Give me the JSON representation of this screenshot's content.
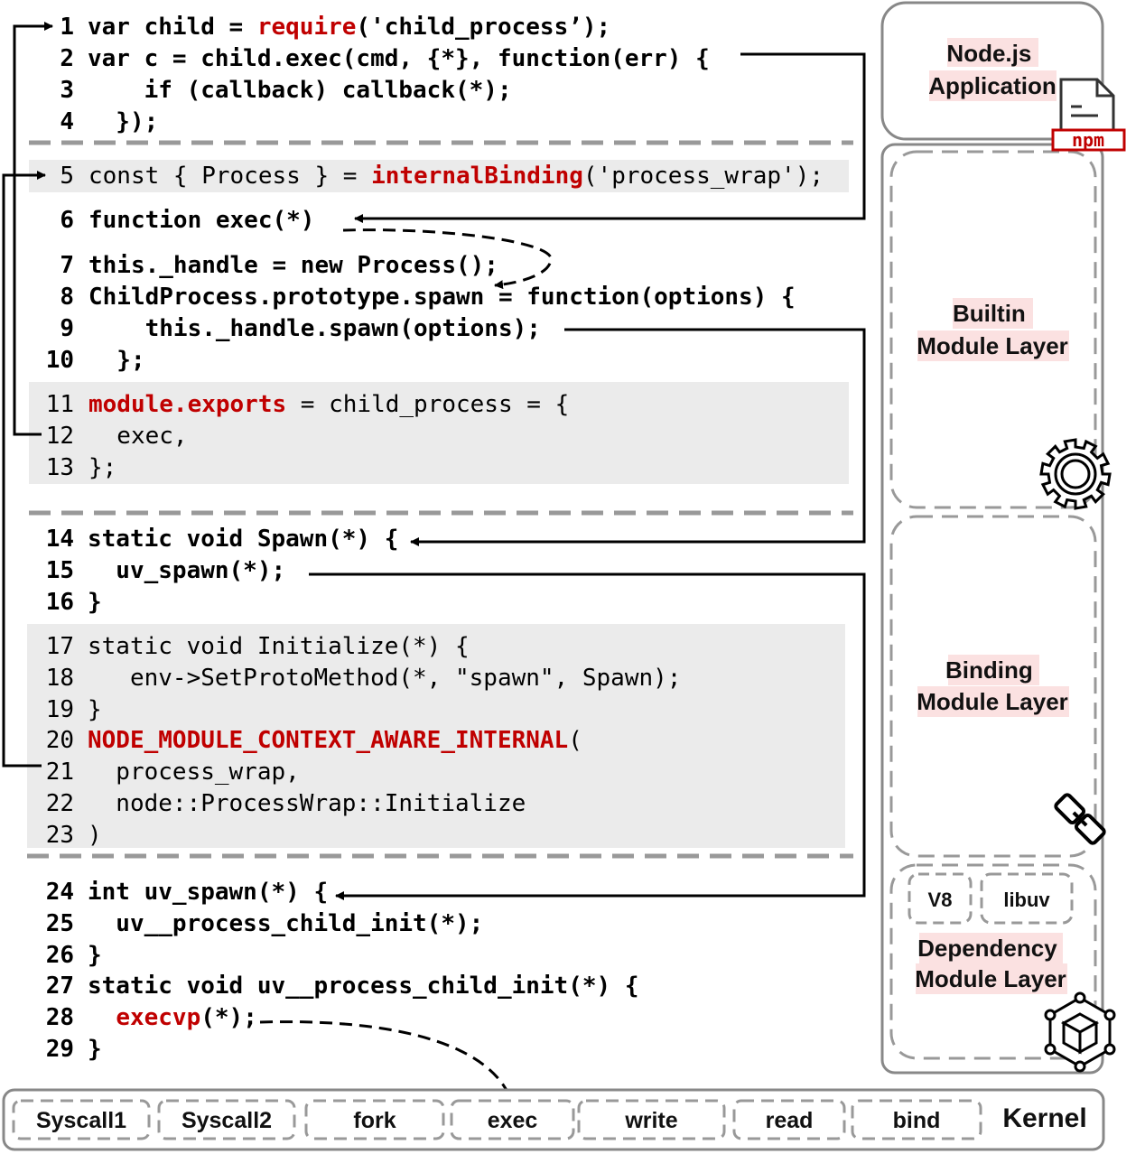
{
  "code_lines": [
    {
      "num": "1",
      "segs": [
        {
          "t": "var child = ",
          "b": true
        },
        {
          "t": "require",
          "c": "#c00000",
          "b": true
        },
        {
          "t": "('child_process’);",
          "b": true
        }
      ]
    },
    {
      "num": "2",
      "segs": [
        {
          "t": "var c = child.exec(cmd, {*}, function(err) {",
          "b": true
        }
      ]
    },
    {
      "num": "3",
      "segs": [
        {
          "t": "    if (callback) callback(*);",
          "b": true
        }
      ]
    },
    {
      "num": "4",
      "segs": [
        {
          "t": "  });",
          "b": true
        }
      ]
    },
    {
      "num": "5",
      "segs": [
        {
          "t": "const { Process } = "
        },
        {
          "t": "internalBinding",
          "c": "#c00000",
          "b": true
        },
        {
          "t": "('process_wrap');"
        }
      ]
    },
    {
      "num": "6",
      "segs": [
        {
          "t": "function exec(*)",
          "b": true
        }
      ]
    },
    {
      "num": "7",
      "segs": [
        {
          "t": "this._handle = new Process();",
          "b": true
        }
      ]
    },
    {
      "num": "8",
      "segs": [
        {
          "t": "ChildProcess.prototype.spawn = function(options) {",
          "b": true
        }
      ]
    },
    {
      "num": "9",
      "segs": [
        {
          "t": "    this._handle.spawn(options);",
          "b": true
        }
      ]
    },
    {
      "num": "10",
      "segs": [
        {
          "t": "  };",
          "b": true
        }
      ]
    },
    {
      "num": "11",
      "segs": [
        {
          "t": "module.exports",
          "c": "#c00000",
          "b": true
        },
        {
          "t": " = child_process = {"
        }
      ]
    },
    {
      "num": "12",
      "segs": [
        {
          "t": "  exec,"
        }
      ]
    },
    {
      "num": "13",
      "segs": [
        {
          "t": "};"
        }
      ]
    },
    {
      "num": "14",
      "segs": [
        {
          "t": "static void Spawn(*) {",
          "b": true
        }
      ]
    },
    {
      "num": "15",
      "segs": [
        {
          "t": "  uv_spawn(*);",
          "b": true
        }
      ]
    },
    {
      "num": "16",
      "segs": [
        {
          "t": "}",
          "b": true
        }
      ]
    },
    {
      "num": "17",
      "segs": [
        {
          "t": "static void Initialize(*) {"
        }
      ]
    },
    {
      "num": "18",
      "segs": [
        {
          "t": "   env->SetProtoMethod(*, \"spawn\", Spawn);"
        }
      ]
    },
    {
      "num": "19",
      "segs": [
        {
          "t": "}"
        }
      ]
    },
    {
      "num": "20",
      "segs": [
        {
          "t": "NODE_MODULE_CONTEXT_AWARE_INTERNAL",
          "c": "#c00000",
          "b": true
        },
        {
          "t": "("
        }
      ]
    },
    {
      "num": "21",
      "segs": [
        {
          "t": "  process_wrap,"
        }
      ]
    },
    {
      "num": "22",
      "segs": [
        {
          "t": "  node::ProcessWrap::Initialize"
        }
      ]
    },
    {
      "num": "23",
      "segs": [
        {
          "t": ")"
        }
      ]
    },
    {
      "num": "24",
      "segs": [
        {
          "t": "int uv_spawn(*) {",
          "b": true
        }
      ]
    },
    {
      "num": "25",
      "segs": [
        {
          "t": "  uv__process_child_init(*);",
          "b": true
        }
      ]
    },
    {
      "num": "26",
      "segs": [
        {
          "t": "}",
          "b": true
        }
      ]
    },
    {
      "num": "27",
      "segs": [
        {
          "t": "static void uv__process_child_init(*) {",
          "b": true
        }
      ]
    },
    {
      "num": "28",
      "segs": [
        {
          "t": "  "
        },
        {
          "t": "execvp",
          "c": "#c00000",
          "b": true
        },
        {
          "t": "(*);",
          "b": true
        }
      ]
    },
    {
      "num": "29",
      "segs": [
        {
          "t": "}",
          "b": true
        }
      ]
    }
  ],
  "layers": {
    "app": [
      "Node.js",
      "Application"
    ],
    "builtin": [
      "Builtin",
      "Module Layer"
    ],
    "binding": [
      "Binding",
      "Module Layer"
    ],
    "dependency": [
      "Dependency",
      "Module Layer"
    ],
    "deps": [
      "V8",
      "libuv"
    ]
  },
  "npm_logo": "npm",
  "kernel": {
    "label": "Kernel",
    "syscalls": [
      "Syscall1",
      "Syscall2",
      "fork",
      "exec",
      "write",
      "read",
      "bind"
    ]
  },
  "colors": {
    "keyword_red": "#c00000",
    "highlight_gray": "#ebebeb",
    "layer_label_bg": "#fbe1e1",
    "dashed_gray": "#999999"
  },
  "icons": [
    "npm-file-icon",
    "gear-icon",
    "chain-link-icon",
    "package-cube-icon"
  ]
}
